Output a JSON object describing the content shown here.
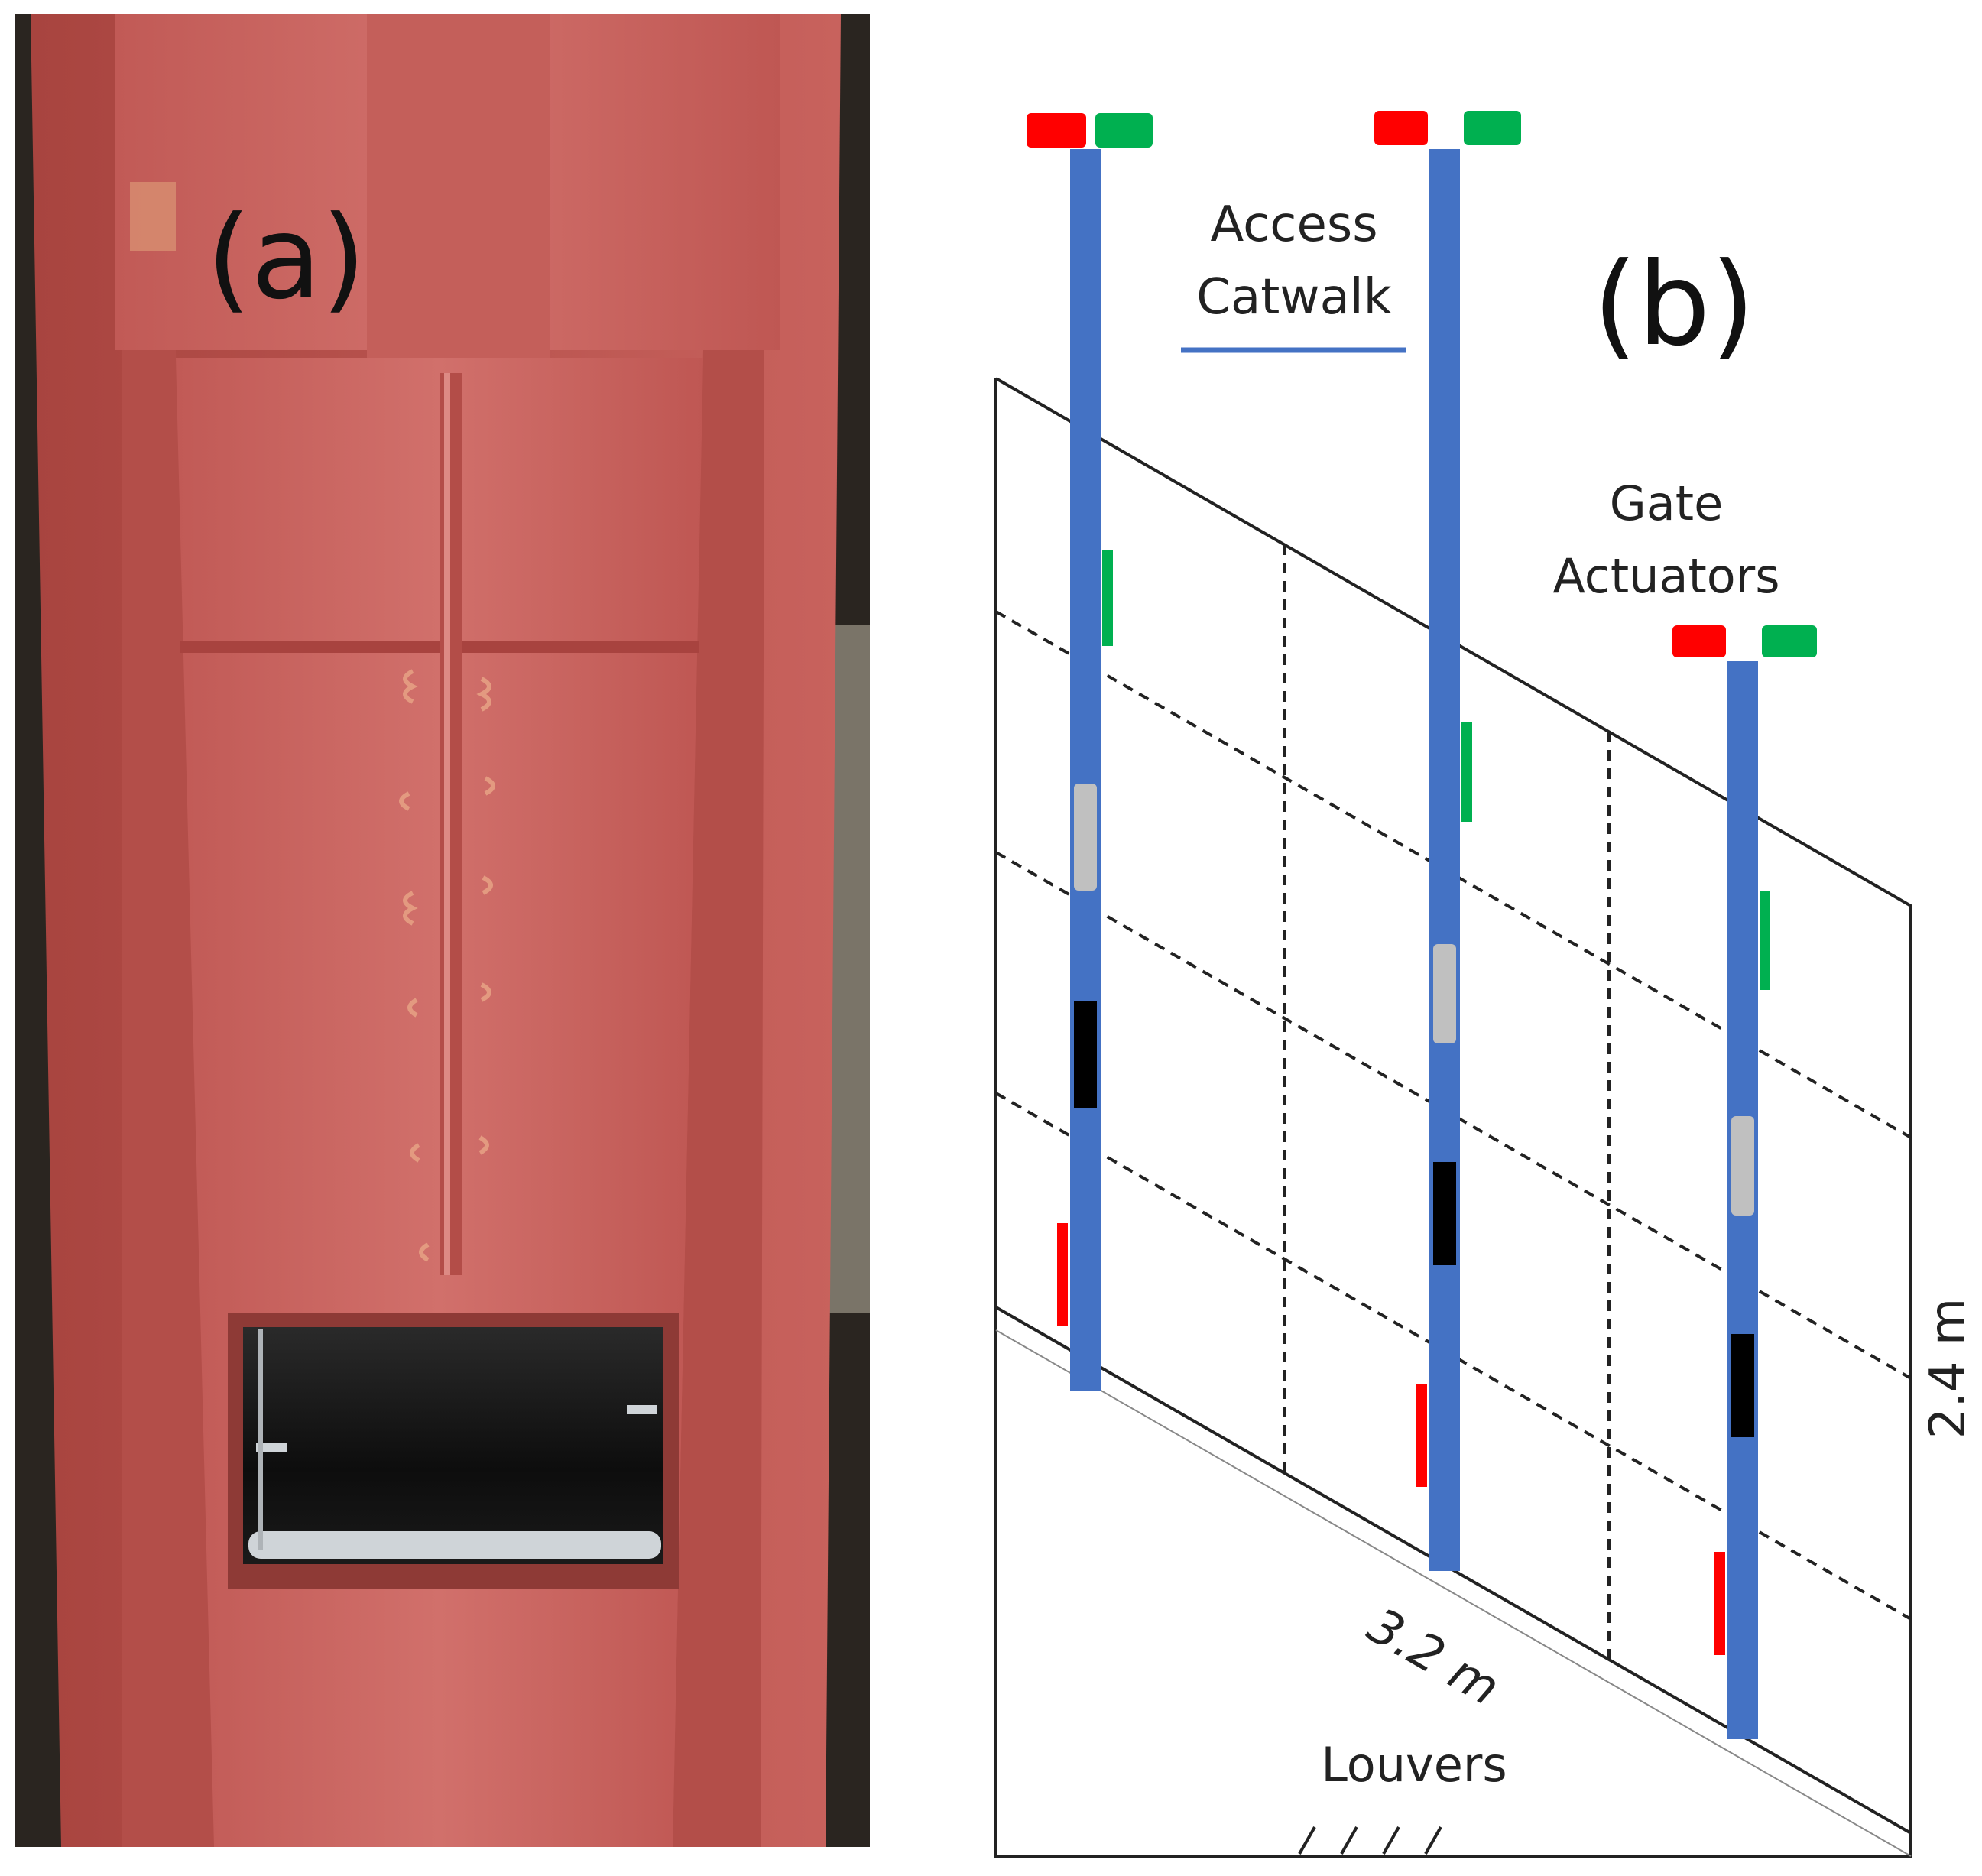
{
  "panels": {
    "a": {
      "label": "(a)",
      "colors": {
        "steel": "#c9605c",
        "steel_light": "#d9807a",
        "steel_dark": "#9c3f3c",
        "opening": "#111111",
        "background": "#2a2520"
      }
    },
    "b": {
      "label": "(b)",
      "labels": {
        "access_catwalk_line1": "Access",
        "access_catwalk_line2": "Catwalk",
        "gate_actuators_line1": "Gate",
        "gate_actuators_line2": "Actuators",
        "width_dim": "3.2 m",
        "height_dim": "2.4 m",
        "louvers": "Louvers"
      },
      "colors": {
        "catwalk": "#4472c4",
        "red_marker": "#ff0000",
        "green_marker": "#00b050",
        "grey_marker": "#c0c0c0",
        "black_marker": "#000000",
        "outline": "#222222"
      }
    }
  }
}
